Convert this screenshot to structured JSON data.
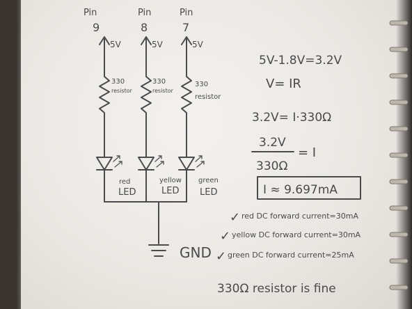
{
  "circuit": {
    "pins": [
      {
        "label": "Pin",
        "number": "9"
      },
      {
        "label": "Pin",
        "number": "8"
      },
      {
        "label": "Pin",
        "number": "7"
      }
    ],
    "supply_labels": [
      "5V",
      "5V",
      "5V"
    ],
    "resistors": [
      {
        "value": "330",
        "word": "resistor"
      },
      {
        "value": "330",
        "word": "resistor"
      },
      {
        "value": "330",
        "word": "resistor"
      }
    ],
    "leds": [
      {
        "color": "red",
        "label": "LED"
      },
      {
        "color": "yellow",
        "label": "LED"
      },
      {
        "color": "green",
        "label": "LED"
      }
    ],
    "ground_label": "GND"
  },
  "calculations": {
    "line1": "5V-1.8V=3.2V",
    "line2": "V= IR",
    "line3": "3.2V= I·330Ω",
    "fraction_numerator": "3.2V",
    "fraction_denominator": "330Ω",
    "fraction_result": "= I",
    "boxed_result": "I ≈ 9.697mA",
    "checks": [
      "red DC forward current=30mA",
      "yellow DC forward current=30mA",
      "green DC forward current=25mA"
    ],
    "check_mark": "✓",
    "conclusion": "330Ω resistor is fine"
  },
  "colors": {
    "ink": "#4b4b4d",
    "paper": "#efece8",
    "spiral": "#bcb6ad"
  }
}
